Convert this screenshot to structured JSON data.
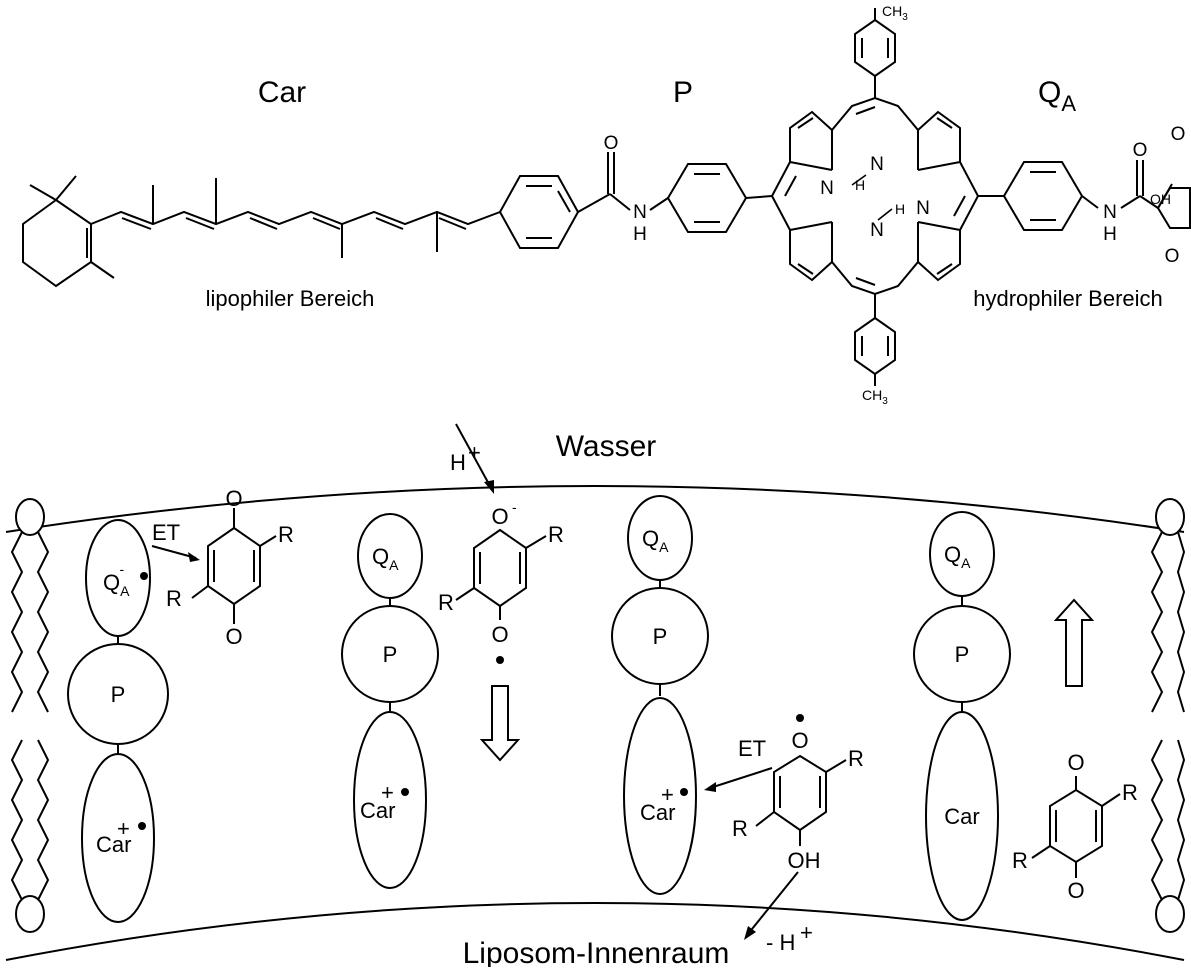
{
  "structure": {
    "label_car": "Car",
    "label_p": "P",
    "label_qa_main": "Q",
    "label_qa_sub": "A",
    "region_lipophilic": "lipophiler Bereich",
    "region_hydrophilic": "hydrophiler Bereich",
    "atom_o": "O",
    "atom_n": "N",
    "atom_h": "H",
    "atom_oh": "OH",
    "methyl_c": "CH",
    "methyl_sub": "3"
  },
  "scheme": {
    "water_label": "Wasser",
    "interior_label": "Liposom-Innenraum",
    "proton_in": "H",
    "proton_out": "- H",
    "plus": "+",
    "minus": "-",
    "et_label": "ET",
    "r_label": "R",
    "o_label": "O",
    "oh_label": "OH",
    "unit_qa_main": "Q",
    "unit_qa_sub": "A",
    "unit_p": "P",
    "unit_car": "Car"
  }
}
